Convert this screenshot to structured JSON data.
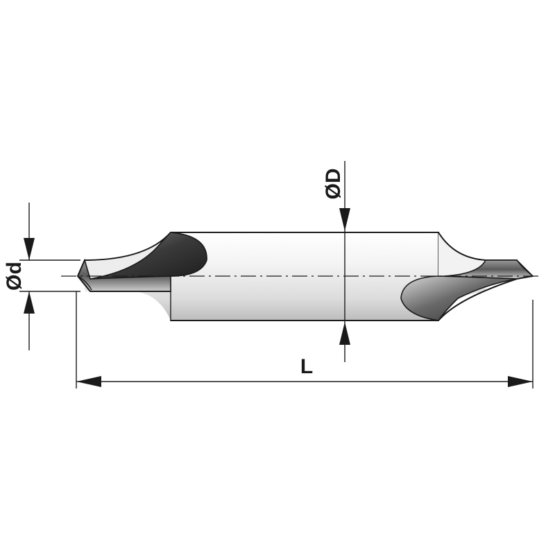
{
  "diagram": {
    "labels": {
      "small_diameter": "Ød",
      "large_diameter": "ØD",
      "length": "L"
    },
    "colors": {
      "line": "#1a1a1a",
      "body_light": "#f4f4f4",
      "body_mid": "#cfcfcf",
      "flute_dark": "#3a3a3a"
    }
  }
}
